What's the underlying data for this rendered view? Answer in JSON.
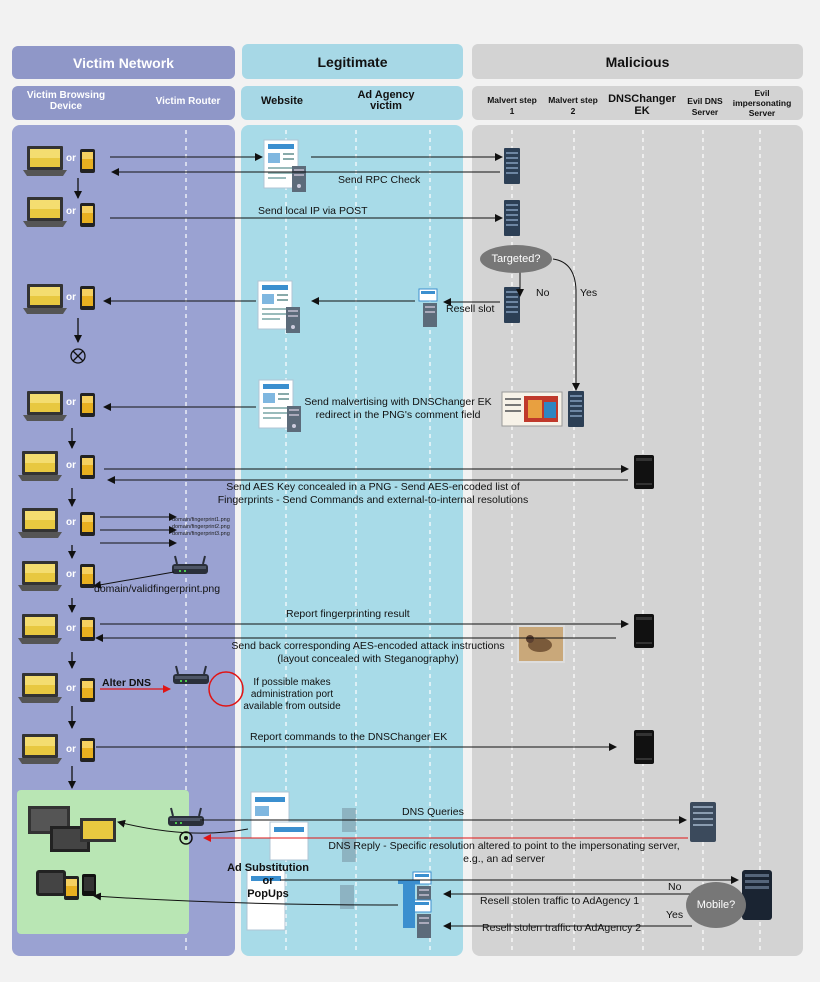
{
  "columns": {
    "victim_network": "Victim Network",
    "legitimate": "Legitimate",
    "malicious": "Malicious"
  },
  "subheaders": {
    "victim_device": "Victim Browsing Device",
    "victim_router": "Victim Router",
    "website": "Website",
    "ad_agency": "Ad Agency victim",
    "malvert1": "Malvert step 1",
    "malvert2": "Malvert step 2",
    "dnschanger_ek": "DNSChanger EK",
    "evil_dns": "Evil DNS Server",
    "evil_impersonating": "Evil impersonating Server"
  },
  "or_label": "or",
  "messages": {
    "rpc_check": "Send RPC Check",
    "local_ip": "Send local IP via POST",
    "targeted": "Targeted?",
    "no": "No",
    "yes": "Yes",
    "resell_slot": "Resell slot",
    "malvertising_1": "Send malvertising with DNSChanger EK",
    "malvertising_2": "redirect in the PNG's comment field",
    "aes_1": "Send AES Key concealed in a PNG - Send AES-encoded list of",
    "aes_2": "Fingerprints - Send Commands and external-to-internal resolutions",
    "fp1": "domain/fingerprint1.png",
    "fp2": "domain/fingerprint2.png",
    "fp3": "domain/fingerprint3.png",
    "valid_fp": "domain/validfingerprint.png",
    "report_fp": "Report fingerprinting result",
    "attack_1": "Send back corresponding AES-encoded attack instructions",
    "attack_2": "(layout concealed with Steganography)",
    "alter_dns": "Alter DNS",
    "admin_1": "If possible makes",
    "admin_2": "administration port",
    "admin_3": "available from outside",
    "report_cmds": "Report commands to the DNSChanger EK",
    "dns_queries": "DNS Queries",
    "dns_reply_1": "DNS Reply - Specific resolution altered to point to the impersonating server,",
    "dns_reply_2": "e.g., an ad server",
    "ad_sub_1": "Ad Substitution",
    "ad_sub_2": "or",
    "ad_sub_3": "PopUps",
    "mobile": "Mobile?",
    "resell_1": "Resell stolen traffic to AdAgency 1",
    "resell_2": "Resell stolen traffic to AdAgency 2"
  },
  "colors": {
    "victim_header": "#8f97c8",
    "victim_bg": "#9aa2d2",
    "legit_header": "#a7d8e6",
    "legit_bg": "#a8dbe8",
    "malicious_bg": "#d3d3d3",
    "green_box": "#b9e6b4",
    "red_arrow": "#e11414"
  },
  "icons": [
    "laptop-icon",
    "phone-icon",
    "server-tower-icon",
    "webpage-icon",
    "router-icon",
    "biohazard-router-icon",
    "blocked-icon",
    "hacker-image-icon",
    "bird-image-icon"
  ]
}
